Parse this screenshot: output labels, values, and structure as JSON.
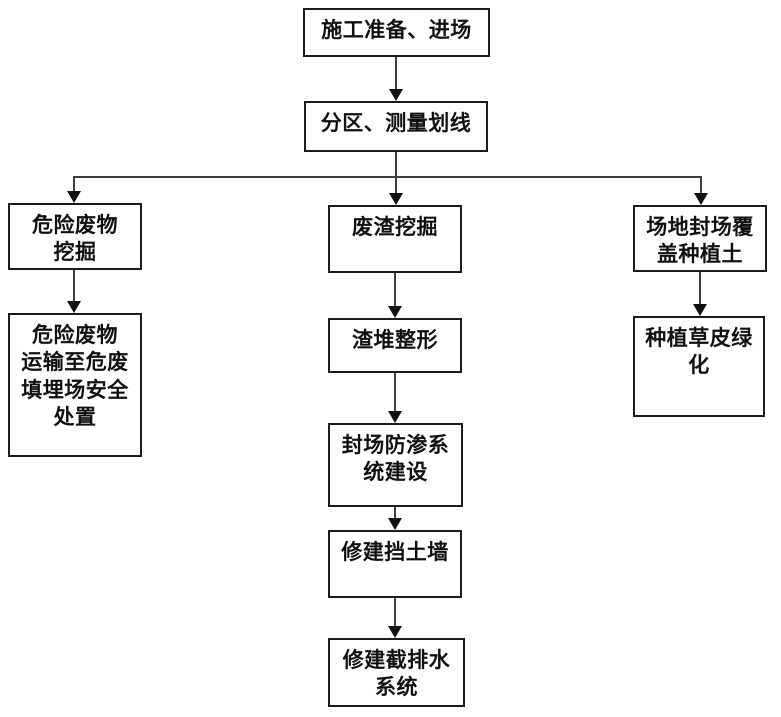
{
  "diagram": {
    "type": "flowchart",
    "language": "zh-CN",
    "colors": {
      "background": "#ffffff",
      "box_border": "#1c1c1c",
      "connector_line": "#3f3f3f",
      "arrowhead": "#111111",
      "text": "#111111"
    },
    "nodes": {
      "prep": {
        "label": "施工准备、进场"
      },
      "zoning": {
        "label": "分区、测量划线"
      },
      "hazwaste_excavation": {
        "label": "危险废物\n挖掘"
      },
      "hazwaste_transport": {
        "label": "危险废物\n运输至危废\n填埋场安全\n处置"
      },
      "slag_excavation": {
        "label": "废渣挖掘"
      },
      "slag_shaping": {
        "label": "渣堆整形"
      },
      "antiseepage_system": {
        "label": "封场防渗系\n统建设"
      },
      "retaining_wall": {
        "label": "修建挡土墙"
      },
      "drainage_system": {
        "label": "修建截排水\n系统"
      },
      "cover_planting_soil": {
        "label": "场地封场覆\n盖种植土"
      },
      "turf_greening": {
        "label": "种植草皮绿\n化"
      }
    },
    "edges": [
      {
        "from": "prep",
        "to": "zoning"
      },
      {
        "from": "zoning",
        "to": "hazwaste_excavation"
      },
      {
        "from": "zoning",
        "to": "slag_excavation"
      },
      {
        "from": "zoning",
        "to": "cover_planting_soil"
      },
      {
        "from": "hazwaste_excavation",
        "to": "hazwaste_transport"
      },
      {
        "from": "slag_excavation",
        "to": "slag_shaping"
      },
      {
        "from": "slag_shaping",
        "to": "antiseepage_system"
      },
      {
        "from": "antiseepage_system",
        "to": "retaining_wall"
      },
      {
        "from": "retaining_wall",
        "to": "drainage_system"
      },
      {
        "from": "cover_planting_soil",
        "to": "turf_greening"
      }
    ]
  }
}
